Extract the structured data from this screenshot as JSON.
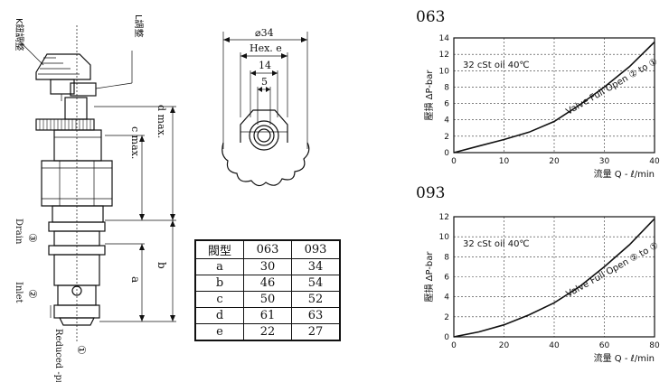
{
  "side_view": {
    "labels": {
      "knob": "K鈕調整",
      "l_adjust": "L調整",
      "d_dim": "d max.",
      "c_dim": "c max.",
      "b_dim": "b",
      "a_dim": "a"
    },
    "ports": [
      {
        "mark": "③",
        "name": "Drain"
      },
      {
        "mark": "②",
        "name": "Inlet"
      },
      {
        "mark": "①",
        "name": "Reduced -pres."
      }
    ]
  },
  "top_view": {
    "dims": [
      "⌀34",
      "Hex. e",
      "14",
      "5"
    ]
  },
  "dim_table": {
    "headers": [
      "閥型",
      "063",
      "093"
    ],
    "rows": [
      [
        "a",
        "30",
        "34"
      ],
      [
        "b",
        "46",
        "54"
      ],
      [
        "c",
        "50",
        "52"
      ],
      [
        "d",
        "61",
        "63"
      ],
      [
        "e",
        "22",
        "27"
      ]
    ]
  },
  "chart_data": [
    {
      "type": "line",
      "title": "063",
      "condition": "32 cSt oil 40℃",
      "annotation": "Valve Full Open ② to ①",
      "ylabel": "壓損 ΔP-bar",
      "xlabel": "流量 Q - ℓ/min",
      "xlim": [
        0,
        40
      ],
      "ylim": [
        0,
        14
      ],
      "xticks": [
        0,
        10,
        20,
        30,
        40
      ],
      "yticks": [
        0,
        2,
        4,
        6,
        8,
        10,
        12,
        14
      ],
      "grid": true,
      "series": [
        {
          "x": [
            0,
            5,
            10,
            15,
            20,
            25,
            30,
            35,
            40
          ],
          "y": [
            0,
            0.8,
            1.6,
            2.5,
            3.8,
            5.8,
            8.0,
            10.5,
            13.5
          ]
        }
      ]
    },
    {
      "type": "line",
      "title": "093",
      "condition": "32 cSt oil 40℃",
      "annotation": "Valve Full Open ② to ①",
      "ylabel": "壓損 ΔP-bar",
      "xlabel": "流量 Q - ℓ/min",
      "xlim": [
        0,
        80
      ],
      "ylim": [
        0,
        12
      ],
      "xticks": [
        0,
        20,
        40,
        60,
        80
      ],
      "yticks": [
        0,
        2,
        4,
        6,
        8,
        10,
        12
      ],
      "grid": true,
      "series": [
        {
          "x": [
            0,
            10,
            20,
            30,
            40,
            50,
            60,
            70,
            80
          ],
          "y": [
            0,
            0.5,
            1.2,
            2.2,
            3.4,
            5.0,
            7.0,
            9.2,
            11.8
          ]
        }
      ]
    }
  ]
}
